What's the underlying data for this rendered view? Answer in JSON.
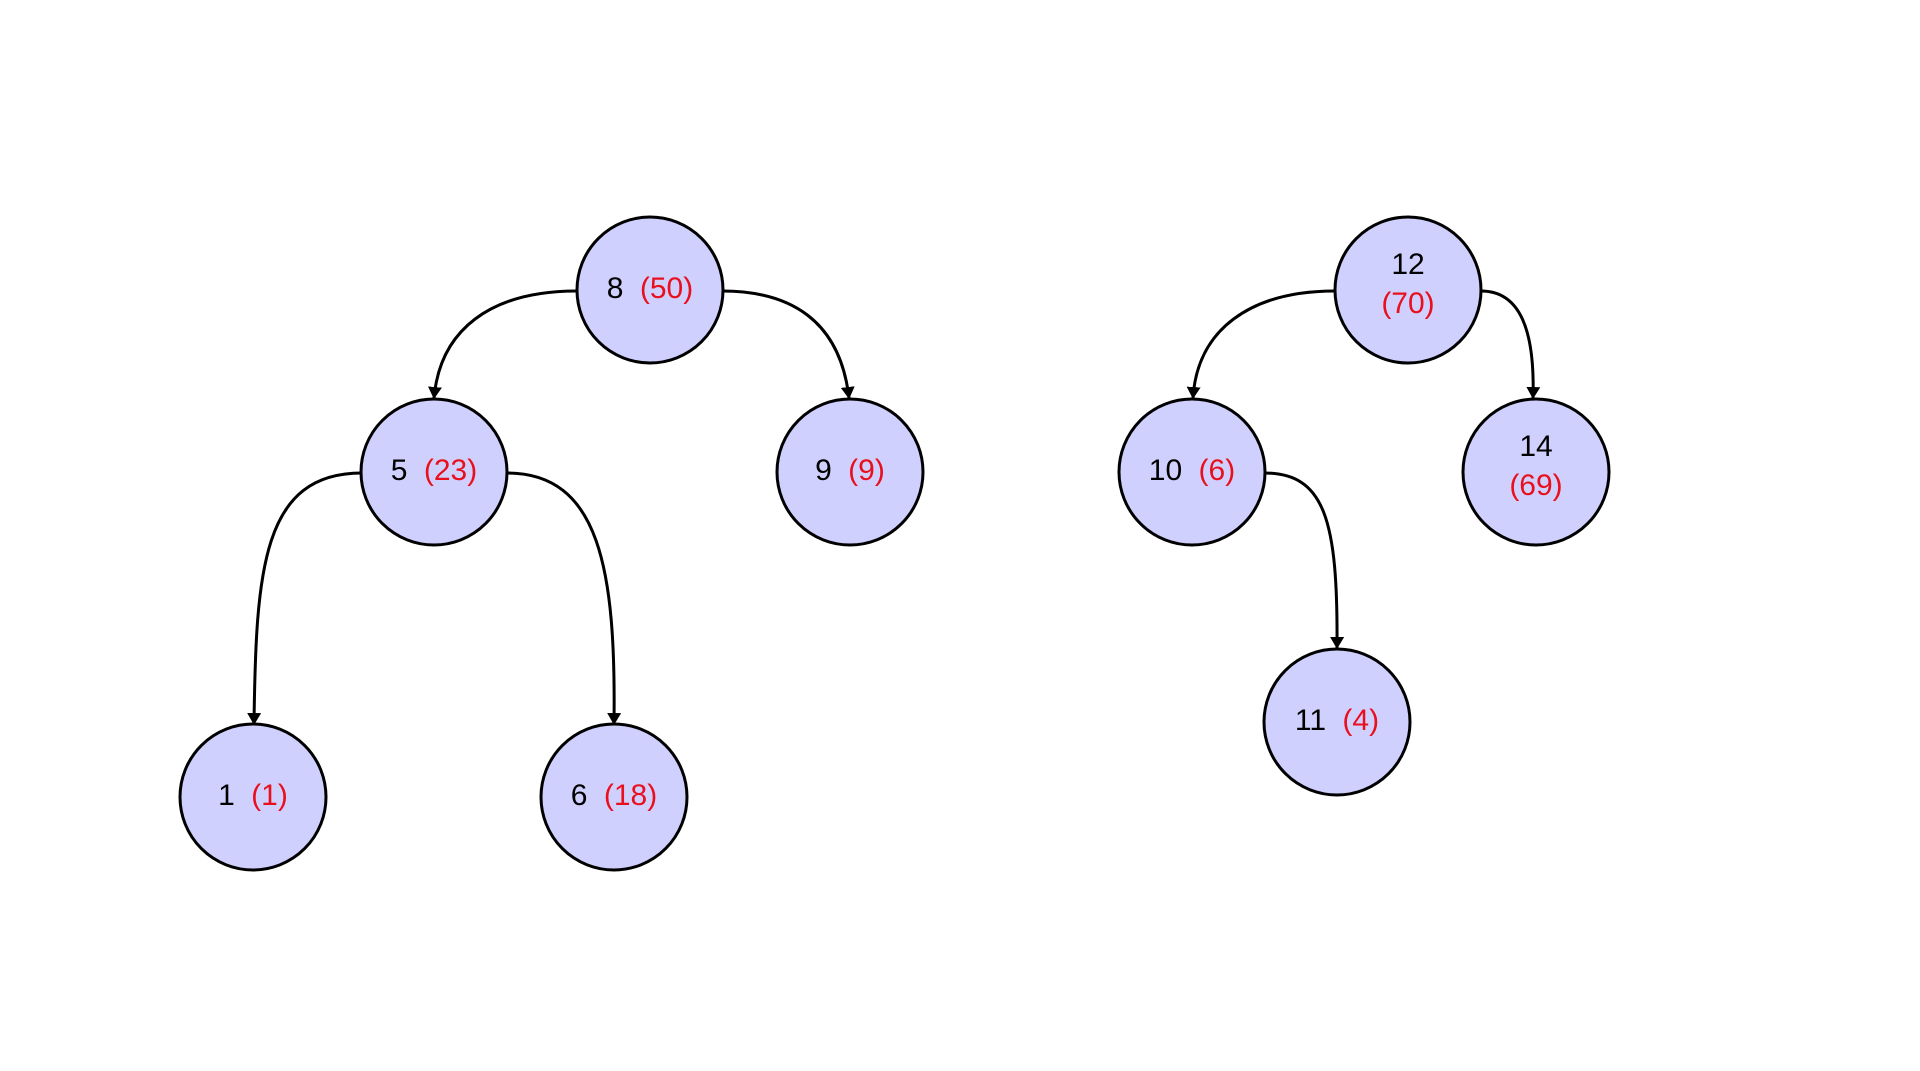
{
  "colors": {
    "node_fill": "#d0d0ff",
    "node_stroke": "#000000",
    "key_text": "#000000",
    "value_text": "#e8101c",
    "edge": "#000000"
  },
  "trees": [
    {
      "nodes": [
        {
          "id": "n8",
          "key": "8",
          "value": "(50)"
        },
        {
          "id": "n5",
          "key": "5",
          "value": "(23)"
        },
        {
          "id": "n9",
          "key": "9",
          "value": "(9)"
        },
        {
          "id": "n1",
          "key": "1",
          "value": "(1)"
        },
        {
          "id": "n6",
          "key": "6",
          "value": "(18)"
        }
      ],
      "edges": [
        {
          "from": "n8",
          "to": "n5"
        },
        {
          "from": "n8",
          "to": "n9"
        },
        {
          "from": "n5",
          "to": "n1"
        },
        {
          "from": "n5",
          "to": "n6"
        }
      ]
    },
    {
      "nodes": [
        {
          "id": "n12",
          "key": "12",
          "value": "(70)"
        },
        {
          "id": "n10",
          "key": "10",
          "value": "(6)"
        },
        {
          "id": "n14",
          "key": "14",
          "value": "(69)"
        },
        {
          "id": "n11",
          "key": "11",
          "value": "(4)"
        }
      ],
      "edges": [
        {
          "from": "n12",
          "to": "n10"
        },
        {
          "from": "n12",
          "to": "n14"
        },
        {
          "from": "n10",
          "to": "n11"
        }
      ]
    }
  ]
}
